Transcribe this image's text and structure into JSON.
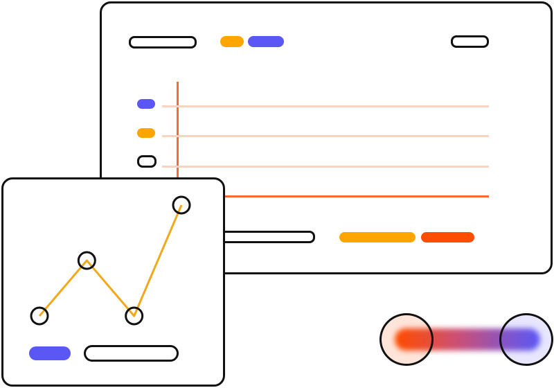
{
  "colors": {
    "outline": "#111111",
    "orange": "#ffa500",
    "indigo": "#5b57f5",
    "red_orange": "#ff4d00",
    "gridline": "#ffd2c0",
    "axis": "#ff6a2a",
    "chart_line": "#f2a81b"
  },
  "dashboard": {
    "header_pills": [
      "outline",
      "orange",
      "indigo",
      "outline"
    ],
    "legend_pills": [
      "indigo",
      "orange",
      "outline"
    ],
    "gridline_count": 3,
    "footer_pills": [
      "outline",
      "orange",
      "red_orange"
    ]
  },
  "line_card": {
    "footer_pills": [
      "indigo",
      "outline"
    ]
  },
  "chart_data": {
    "type": "line",
    "x": [
      1,
      2,
      3,
      4
    ],
    "values": [
      1,
      3,
      1,
      5
    ],
    "ylim": [
      0,
      6
    ],
    "grid": false
  },
  "toggle": {
    "gradient_from": "#ff4d00",
    "gradient_to": "#5b57f5",
    "position": "right"
  }
}
